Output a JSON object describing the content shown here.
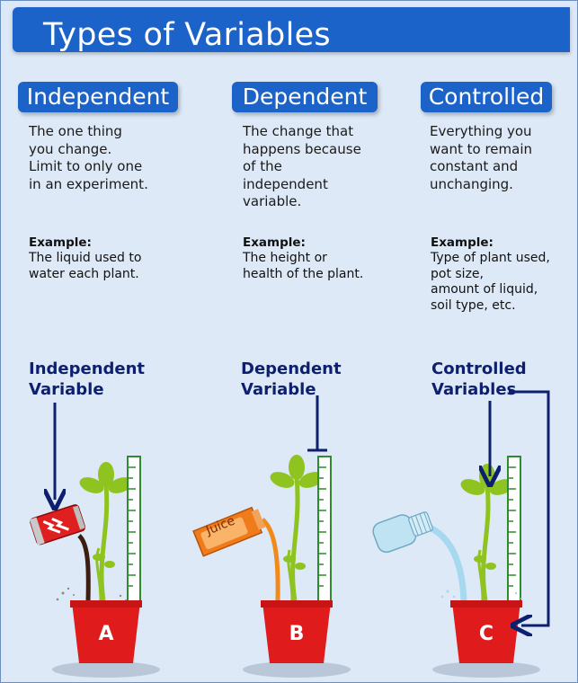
{
  "title": "Types of Variables",
  "columns": [
    {
      "heading": "Independent",
      "description": "The one thing\nyou change.\nLimit to only one\nin an experiment.",
      "example_label": "Example:",
      "example_text": "The liquid used to\nwater each plant.",
      "arrow_label": "Independent\nVariable",
      "pot_letter": "A"
    },
    {
      "heading": "Dependent",
      "description": "The change that\nhappens because\nof the\nindependent\nvariable.",
      "example_label": "Example:",
      "example_text": "The height or\nhealth of the plant.",
      "arrow_label": "Dependent\nVariable",
      "pot_letter": "B"
    },
    {
      "heading": "Controlled",
      "description": "Everything you\nwant to remain\nconstant and\nunchanging.",
      "example_label": "Example:",
      "example_text": "Type of plant used,\npot size,\namount of liquid,\nsoil type, etc.",
      "arrow_label": "Controlled\nVariables",
      "pot_letter": "C"
    }
  ],
  "juice_label": "Juice",
  "colors": {
    "banner": "#1b63c9",
    "background": "#dde9f7",
    "arrow": "#0d1f6e",
    "pot": "#e01b1b",
    "plant": "#8fc31f",
    "ruler": "#2e8b2e",
    "can": "#e02020",
    "juice_box": "#f07b1a",
    "water": "#a6d8f0"
  }
}
